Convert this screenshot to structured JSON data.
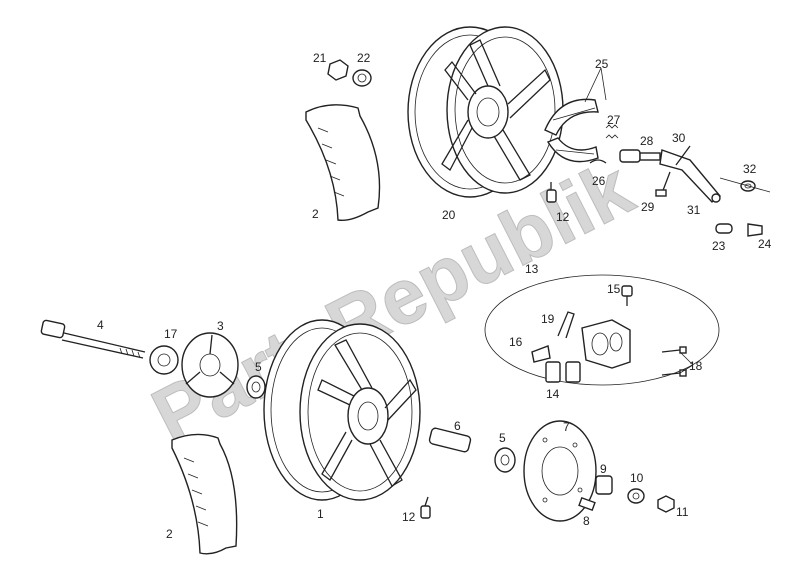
{
  "watermark": "PartsRepublik",
  "callouts": {
    "c1": "1",
    "c2a": "2",
    "c2b": "2",
    "c3": "3",
    "c4": "4",
    "c5a": "5",
    "c5b": "5",
    "c6": "6",
    "c7": "7",
    "c8": "8",
    "c9": "9",
    "c10": "10",
    "c11": "11",
    "c12a": "12",
    "c12b": "12",
    "c13": "13",
    "c14": "14",
    "c15": "15",
    "c16": "16",
    "c17": "17",
    "c18": "18",
    "c19": "19",
    "c20": "20",
    "c21": "21",
    "c22": "22",
    "c23": "23",
    "c24": "24",
    "c25": "25",
    "c26": "26",
    "c27": "27",
    "c28": "28",
    "c29": "29",
    "c30": "30",
    "c31": "31",
    "c32": "32"
  }
}
